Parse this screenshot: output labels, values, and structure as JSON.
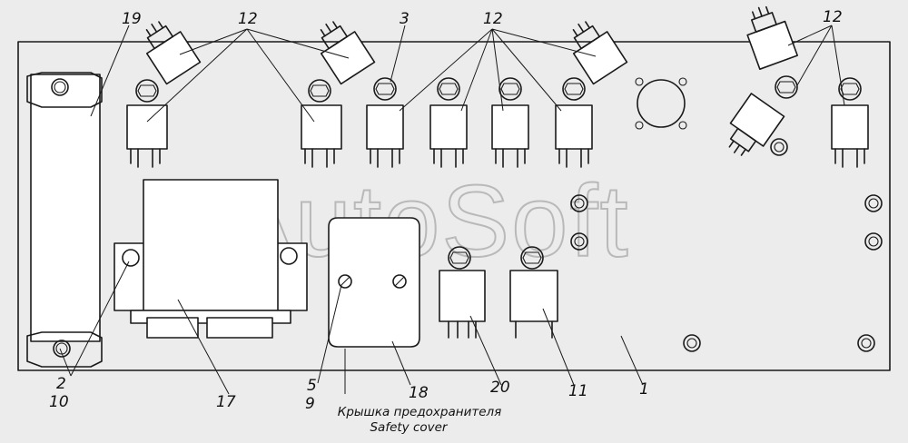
{
  "watermark": "AutoSoft",
  "callouts": {
    "c19": "19",
    "c12a": "12",
    "c3": "3",
    "c12b": "12",
    "c12c": "12",
    "c2": "2",
    "c10": "10",
    "c17": "17",
    "c5": "5",
    "c9": "9",
    "c18": "18",
    "c20": "20",
    "c11": "11",
    "c1": "1"
  },
  "caption": {
    "ru": "Крышка предохранителя",
    "en": "Safety cover"
  }
}
